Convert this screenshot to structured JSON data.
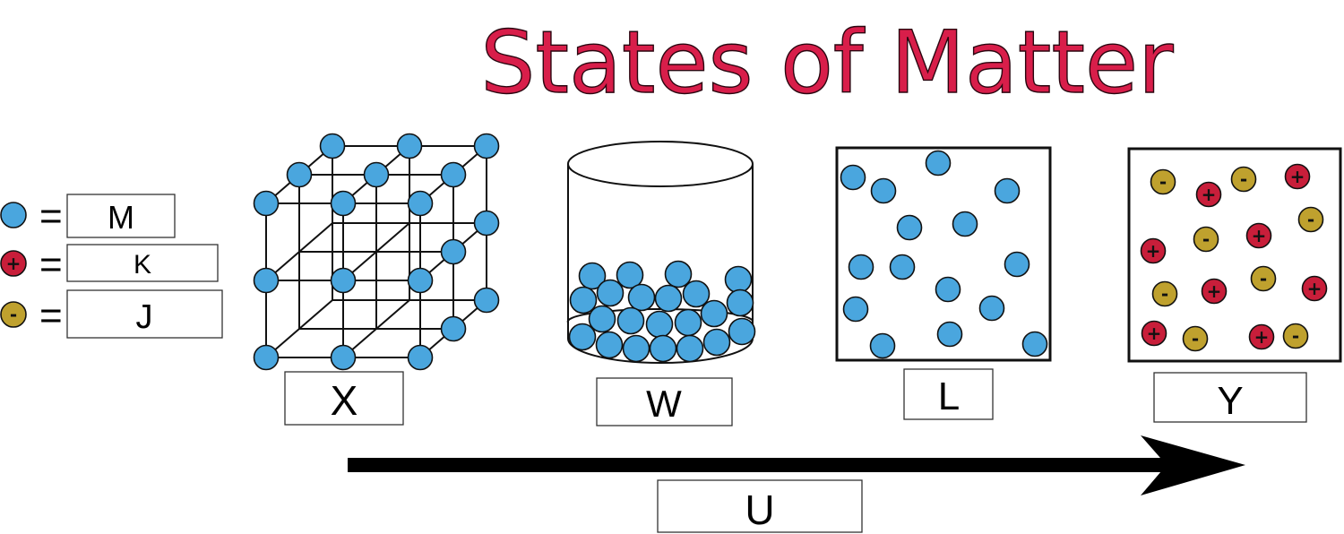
{
  "title": "States of Matter",
  "legend": [
    {
      "particle": "neutral-particle",
      "sign": "",
      "label": "M"
    },
    {
      "particle": "positive-ion",
      "sign": "+",
      "label": "K"
    },
    {
      "particle": "negative-ion",
      "sign": "-",
      "label": "J"
    }
  ],
  "states": {
    "cube_label": "X",
    "container_label": "W",
    "box_label": "L",
    "ions_label": "Y"
  },
  "arrow_label": "U",
  "colors": {
    "title": "#d81e4a",
    "neutral": "#4aa6de",
    "positive": "#c81e3a",
    "negative": "#bfa12e"
  }
}
